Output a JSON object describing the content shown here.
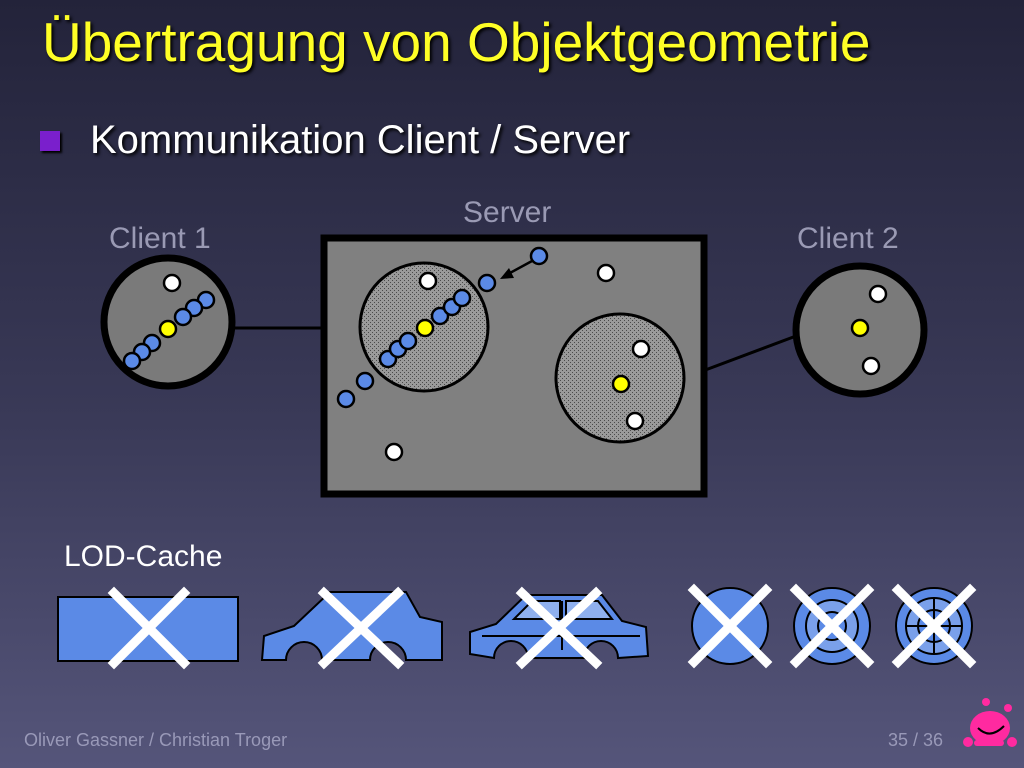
{
  "slide": {
    "title": "Übertragung von Objektgeometrie",
    "bullet": "Kommunikation Client / Server"
  },
  "diagram": {
    "server_label": "Server",
    "client1_label": "Client 1",
    "client2_label": "Client 2",
    "lod_label": "LOD-Cache"
  },
  "colors": {
    "title": "#ffff26",
    "bullet": "#7a1fcc",
    "dot_blue": "#5b8ae6",
    "dot_yellow": "#ffff00",
    "dot_white": "#ffffff",
    "lod_fill": "#5b8ae6",
    "cross": "#ffffff",
    "logo": "#ff2aa0"
  },
  "lod_items": [
    "box-shape",
    "car-silhouette",
    "car-detailed",
    "wheel-plain",
    "wheel-rim",
    "wheel-spokes"
  ],
  "footer": {
    "authors": "Oliver Gassner / Christian Troger",
    "page": "35 / 36"
  }
}
